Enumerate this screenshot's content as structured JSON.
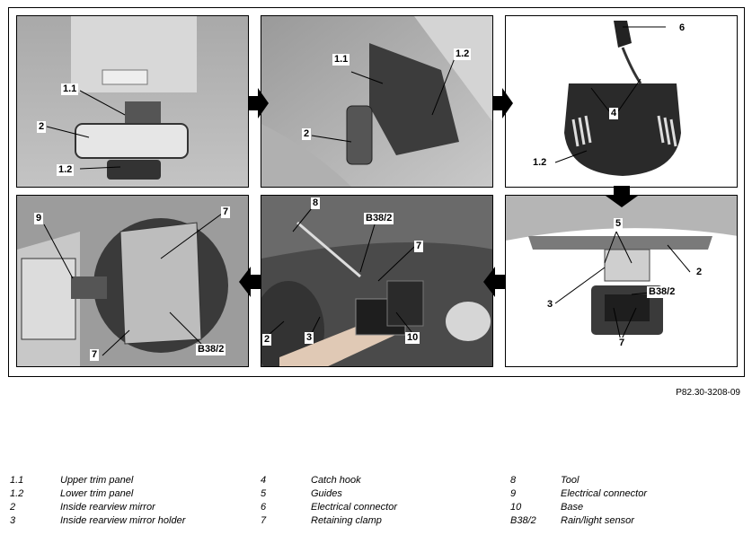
{
  "document_ref": "P82.30-3208-09",
  "colors": {
    "photo_bg_light": "#b9b9b9",
    "photo_bg_dark": "#5a5a5a",
    "arrow": "#000000"
  },
  "panels": [
    {
      "callouts": [
        "1.1",
        "2",
        "1.2"
      ]
    },
    {
      "callouts": [
        "1.1",
        "1.2",
        "2"
      ]
    },
    {
      "callouts": [
        "6",
        "4",
        "1.2"
      ]
    },
    {
      "callouts": [
        "9",
        "7",
        "7",
        "B38/2"
      ]
    },
    {
      "callouts": [
        "8",
        "B38/2",
        "7",
        "2",
        "3",
        "10"
      ]
    },
    {
      "callouts": [
        "5",
        "2",
        "3",
        "B38/2",
        "7"
      ]
    }
  ],
  "legend": [
    [
      {
        "key": "1.1",
        "label": "Upper trim panel"
      },
      {
        "key": "1.2",
        "label": "Lower trim panel"
      },
      {
        "key": "2",
        "label": "Inside rearview mirror"
      },
      {
        "key": "3",
        "label": "Inside rearview mirror holder"
      }
    ],
    [
      {
        "key": "4",
        "label": "Catch hook"
      },
      {
        "key": "5",
        "label": "Guides"
      },
      {
        "key": "6",
        "label": "Electrical connector"
      },
      {
        "key": "7",
        "label": "Retaining clamp"
      }
    ],
    [
      {
        "key": "8",
        "label": "Tool"
      },
      {
        "key": "9",
        "label": "Electrical connector"
      },
      {
        "key": "10",
        "label": "Base"
      },
      {
        "key": "B38/2",
        "label": "Rain/light sensor"
      }
    ]
  ]
}
